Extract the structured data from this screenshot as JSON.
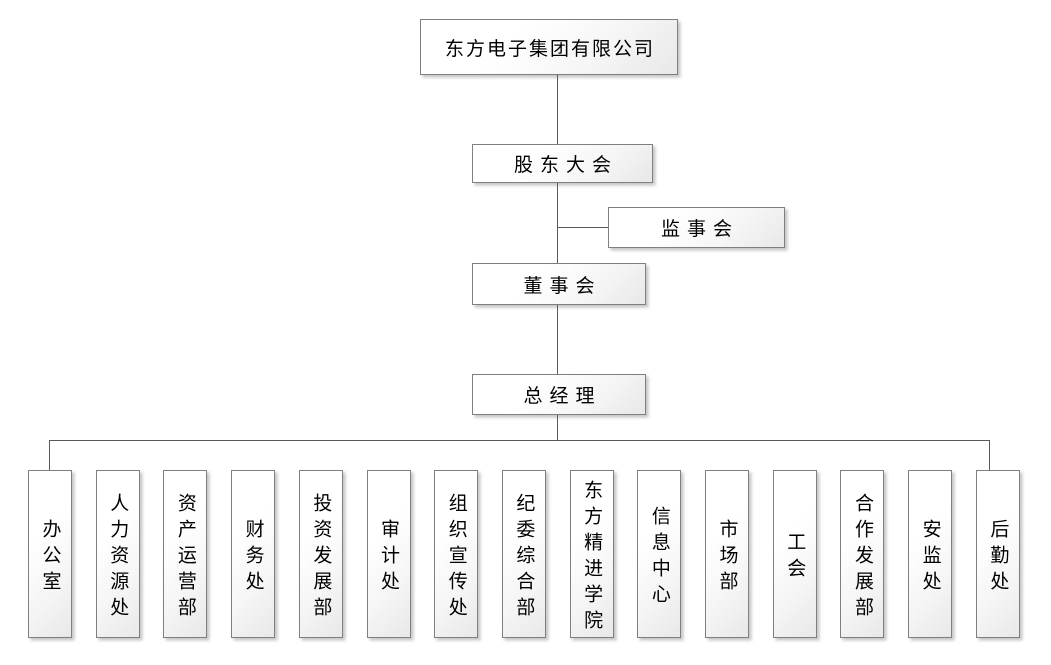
{
  "org_chart": {
    "nodes": {
      "company": "东方电子集团有限公司",
      "shareholders_meeting": "股东大会",
      "supervisory_board": "监事会",
      "board_of_directors": "董事会",
      "general_manager": "总经理"
    },
    "departments": [
      "办公室",
      "人力资源处",
      "资产运营部",
      "财务处",
      "投资发展部",
      "审计处",
      "组织宣传处",
      "纪委综合部",
      "东方精进学院",
      "信息中心",
      "市场部",
      "工会",
      "合作发展部",
      "安监处",
      "后勤处"
    ],
    "colors": {
      "background": "#ffffff",
      "text": "#000000",
      "box_border": "#7f7f7f",
      "box_fill_top": "#ffffff",
      "box_fill_bottom": "#e8e8e8",
      "connector": "#595959"
    }
  }
}
